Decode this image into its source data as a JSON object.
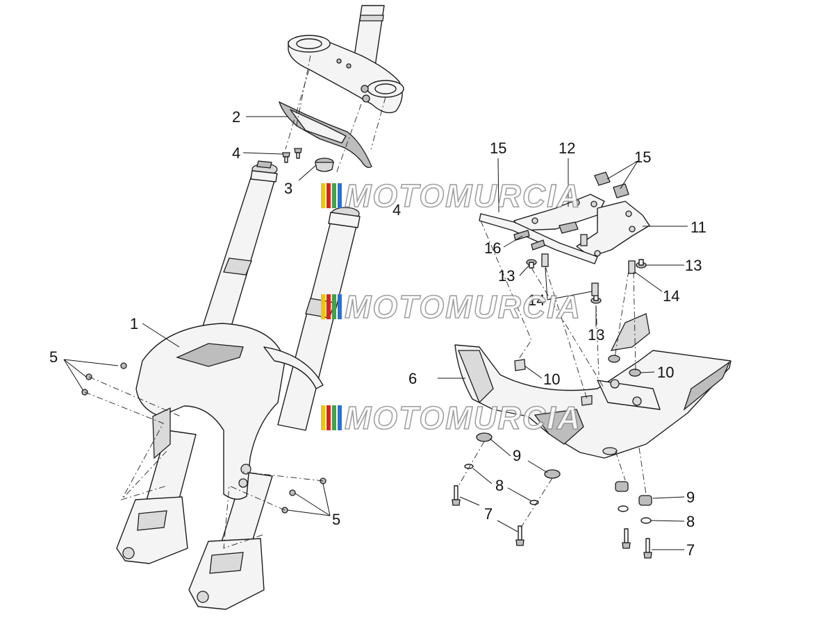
{
  "diagram": {
    "callouts": {
      "c1": "1",
      "c2": "2",
      "c3": "3",
      "c4": "4",
      "c4b": "4",
      "c5a": "5",
      "c5b": "5",
      "c6": "6",
      "c7a": "7",
      "c7b": "7",
      "c8a": "8",
      "c8b": "8",
      "c9a": "9",
      "c9b": "9",
      "c10a": "10",
      "c10b": "10",
      "c11": "11",
      "c12": "12",
      "c13a": "13",
      "c13b": "13",
      "c13c": "13",
      "c14a": "14",
      "c14b": "14",
      "c15a": "15",
      "c15b": "15",
      "c16": "16"
    },
    "watermark": "MOTOMURCIA",
    "watermark_colors": [
      "#f2c400",
      "#e01f1f",
      "#3aa64a",
      "#2e6fd1"
    ]
  }
}
